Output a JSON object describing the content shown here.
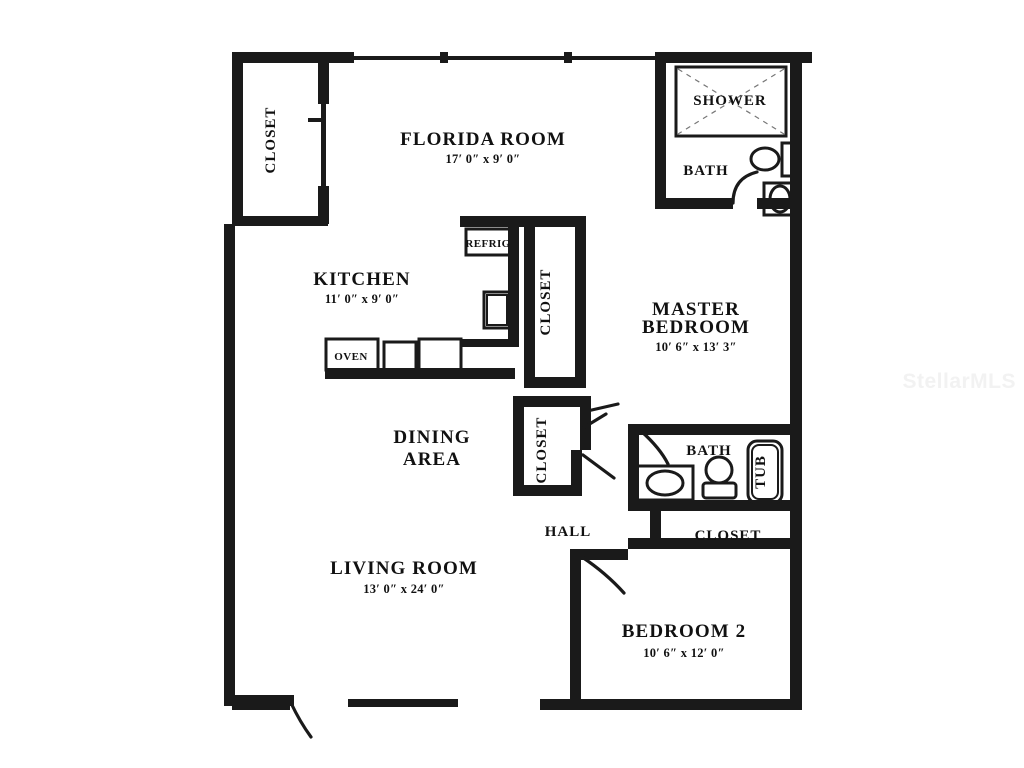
{
  "document": {
    "type": "residential-floor-plan",
    "watermark": "StellarMLS"
  },
  "rooms": [
    {
      "id": "florida-room",
      "label": "FLORIDA ROOM",
      "dimensions": "17′ 0″ x 9′ 0″"
    },
    {
      "id": "kitchen",
      "label": "KITCHEN",
      "dimensions": "11′ 0″ x 9′ 0″"
    },
    {
      "id": "master-bedroom",
      "label_line1": "MASTER",
      "label_line2": "BEDROOM",
      "dimensions": "10′ 6″ x 13′ 3″"
    },
    {
      "id": "dining-area",
      "label_line1": "DINING",
      "label_line2": "AREA",
      "dimensions": ""
    },
    {
      "id": "living-room",
      "label": "LIVING ROOM",
      "dimensions": "13′ 0″ x 24′ 0″"
    },
    {
      "id": "bedroom-2",
      "label": "BEDROOM 2",
      "dimensions": "10′ 6″ x 12′ 0″"
    },
    {
      "id": "hall",
      "label": "HALL",
      "dimensions": ""
    }
  ],
  "labels": {
    "closet_left": "CLOSET",
    "closet_center_upper": "CLOSET",
    "closet_center_lower": "CLOSET",
    "closet_bedroom2": "CLOSET",
    "shower": "SHOWER",
    "bath_master": "BATH",
    "bath_hall": "BATH",
    "tub": "TUB",
    "oven": "OVEN",
    "refrigerator": "REFRIG"
  },
  "colors": {
    "wall": "#1a1a1a",
    "background": "#ffffff",
    "text": "#111111",
    "watermark": "#f2f2f2"
  }
}
